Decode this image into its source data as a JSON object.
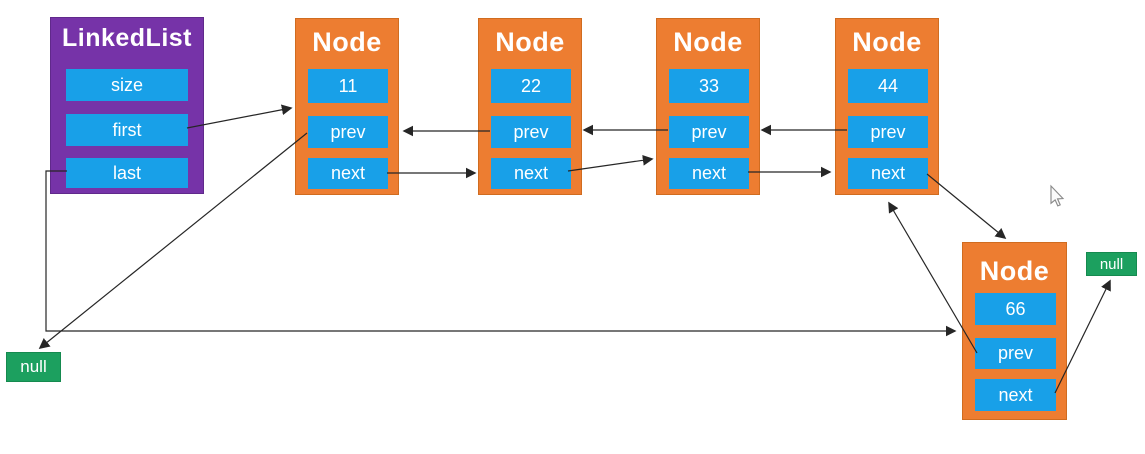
{
  "diagram": {
    "linked_list": {
      "title": "LinkedList",
      "fields": [
        "size",
        "first",
        "last"
      ]
    },
    "nodes": [
      {
        "title": "Node",
        "value": "11",
        "prev_label": "prev",
        "next_label": "next"
      },
      {
        "title": "Node",
        "value": "22",
        "prev_label": "prev",
        "next_label": "next"
      },
      {
        "title": "Node",
        "value": "33",
        "prev_label": "prev",
        "next_label": "next"
      },
      {
        "title": "Node",
        "value": "44",
        "prev_label": "prev",
        "next_label": "next"
      },
      {
        "title": "Node",
        "value": "66",
        "prev_label": "prev",
        "next_label": "next"
      }
    ],
    "nulls": [
      {
        "label": "null",
        "position": "bottom-left"
      },
      {
        "label": "null",
        "position": "top-right"
      }
    ],
    "edges": [
      {
        "from": "linkedlist.first",
        "to": "node-11"
      },
      {
        "from": "linkedlist.last",
        "to": "node-66"
      },
      {
        "from": "node-11.prev",
        "to": "null-bottom-left"
      },
      {
        "from": "node-11.next",
        "to": "node-22"
      },
      {
        "from": "node-22.prev",
        "to": "node-11"
      },
      {
        "from": "node-22.next",
        "to": "node-33"
      },
      {
        "from": "node-33.prev",
        "to": "node-22"
      },
      {
        "from": "node-33.next",
        "to": "node-44"
      },
      {
        "from": "node-44.prev",
        "to": "node-33"
      },
      {
        "from": "node-44.next",
        "to": "node-66"
      },
      {
        "from": "node-66.prev",
        "to": "node-44"
      },
      {
        "from": "node-66.next",
        "to": "null-top-right"
      }
    ],
    "colors": {
      "node_fill": "#ED7D31",
      "list_fill": "#7633A8",
      "field_fill": "#18A0E8",
      "null_fill": "#1CA05F",
      "line": "#262626",
      "text": "#FFFFFF",
      "background": "#FFFFFF"
    }
  }
}
